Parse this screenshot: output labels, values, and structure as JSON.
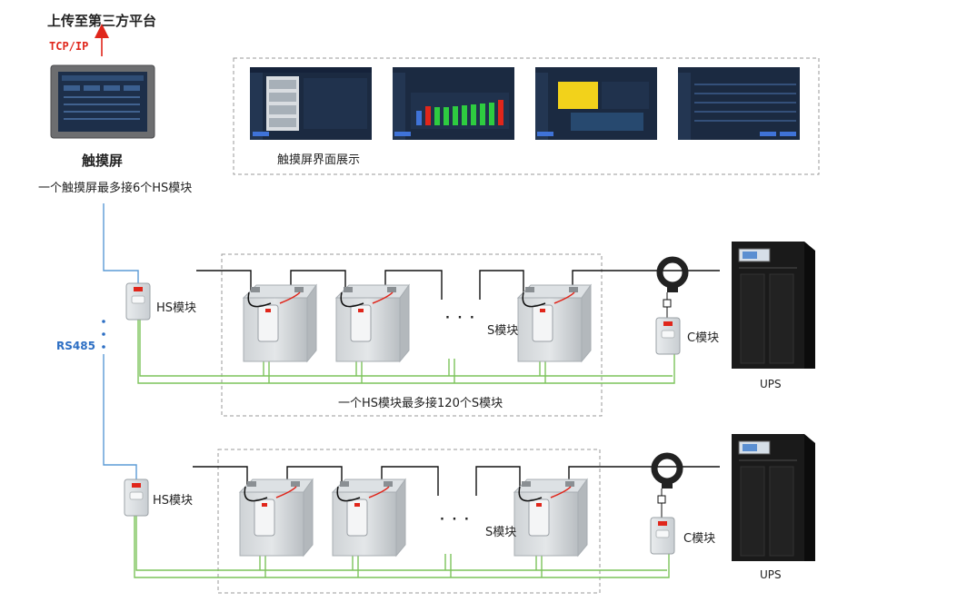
{
  "header": {
    "upload_label": "上传至第三方平台",
    "protocol_label": "TCP/IP"
  },
  "touchscreen": {
    "title": "触摸屏",
    "capacity_note": "一个触摸屏最多接6个HS模块"
  },
  "gallery": {
    "caption": "触摸屏界面展示"
  },
  "bus": {
    "label": "RS485"
  },
  "group1": {
    "hs_label": "HS模块",
    "s_label": "S模块",
    "c_label": "C模块",
    "ups_label": "UPS",
    "ellipsis": "· · ·",
    "note": "一个HS模块最多接120个S模块"
  },
  "group2": {
    "hs_label": "HS模块",
    "s_label": "S模块",
    "c_label": "C模块",
    "ups_label": "UPS",
    "ellipsis": "· · ·"
  },
  "colors": {
    "rs485_line": "#5b9bd5",
    "sense_line": "#7cc35a",
    "power_line": "#111111",
    "upload_arrow": "#e0261b",
    "screen_bg": "#1d2f4a",
    "ups_body": "#1a1a1a"
  },
  "icons": [
    "hs-module-icon",
    "s-module-battery-icon",
    "c-module-icon",
    "current-sensor-icon",
    "ups-cabinet-icon",
    "touchscreen-device-icon"
  ]
}
